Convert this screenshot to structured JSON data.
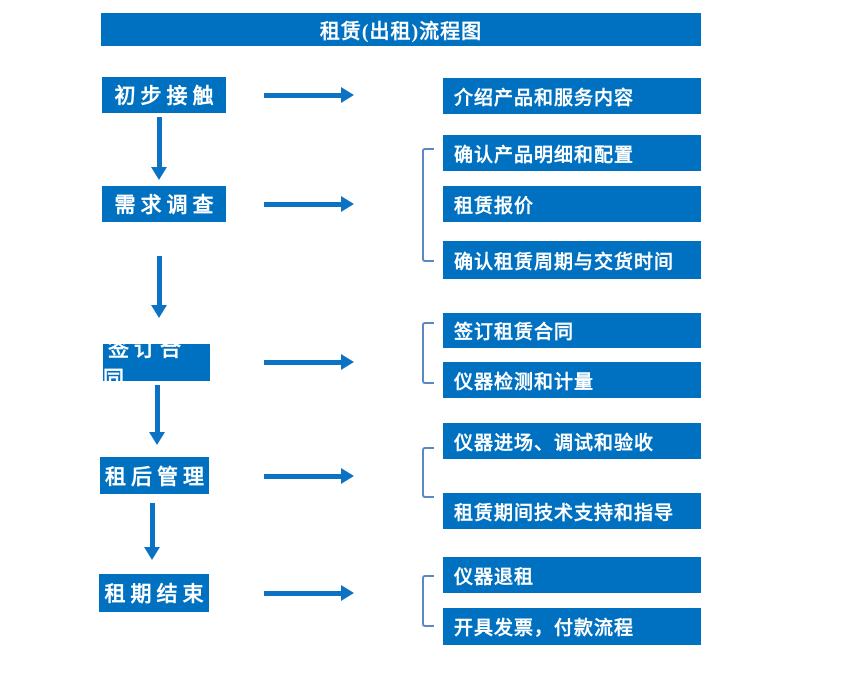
{
  "title": "租赁(出租)流程图",
  "colors": {
    "box_fill": "#0070C0",
    "arrow": "#0C72C4",
    "bracket_line": "#5B87C5",
    "text": "#FFFFFF",
    "background": "#FFFFFF"
  },
  "stages": [
    {
      "label": "初步接触",
      "details": [
        "介绍产品和服务内容"
      ]
    },
    {
      "label": "需求调查",
      "details": [
        "确认产品明细和配置",
        "租赁报价",
        "确认租赁周期与交货时间"
      ]
    },
    {
      "label": "签订合同",
      "details": [
        "签订租赁合同",
        "仪器检测和计量"
      ]
    },
    {
      "label": "租后管理",
      "details": [
        "仪器进场、调试和验收",
        "租赁期间技术支持和指导"
      ]
    },
    {
      "label": "租期结束",
      "details": [
        "仪器退租",
        "开具发票，付款流程"
      ]
    }
  ]
}
